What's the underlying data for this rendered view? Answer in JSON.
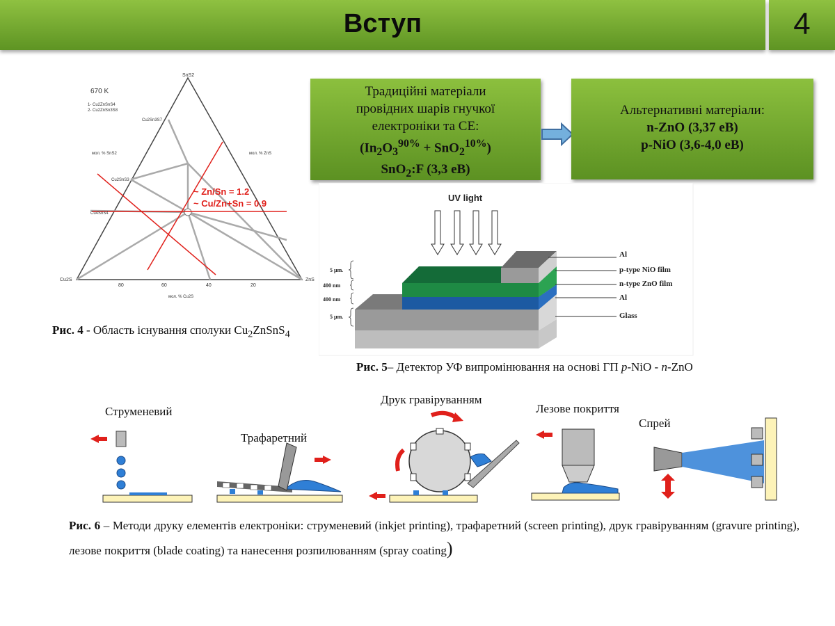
{
  "header": {
    "title": "Вступ",
    "page_number": "4"
  },
  "ternary": {
    "temperature": "670 K",
    "legend_1": "1- Cu2ZnSnS4",
    "legend_2": "2- Cu2ZnSn3S8",
    "vertex_top": "SnS2",
    "vertex_left": "Cu2S",
    "vertex_right": "ZnS",
    "axis_left": "мол. % SnS2",
    "axis_right": "мол. % ZnS",
    "axis_bottom": "мол. % Cu2S",
    "phase_1": "Cu2Sn3S7",
    "phase_2": "Cu2SnS3",
    "phase_3": "Cu4SnS4",
    "ratio_1": "~ Zn/Sn = 1.2",
    "ratio_2": "~ Cu/Zn+Sn = 0.9",
    "ticks": [
      "80",
      "60",
      "40",
      "20"
    ]
  },
  "fig4": {
    "label": "Рис. 4",
    "text": " - Область існування сполуки ",
    "compound": "Cu",
    "sub1": "2",
    "compound2": "ZnSnS",
    "sub2": "4"
  },
  "box_left": {
    "line1": "Традиційні матеріали",
    "line2": "провідних шарів гнучкої",
    "line3": "електроніки та СЕ:",
    "line4_a": "(In",
    "line4_b": "2",
    "line4_c": "O",
    "line4_d": "3",
    "line4_e": "90%",
    "line4_f": " + SnO",
    "line4_g": "2",
    "line4_h": "10%",
    "line4_i": ")",
    "line5_a": "SnO",
    "line5_b": "2",
    "line5_c": ":F (3,3 еВ)"
  },
  "box_right": {
    "line1": "Альтернативні матеріали:",
    "line2": "n-ZnO (3,37 еВ)",
    "line3": "p-NiO (3,6-4,0 еВ)"
  },
  "device": {
    "uv_label": "UV light",
    "layers": [
      "Al",
      "p-type NiO film",
      "n-type ZnO film",
      "Al",
      "Glass"
    ],
    "thickness": [
      "5 µm.",
      "400 nm",
      "400 nm",
      "5 µm."
    ]
  },
  "fig5": {
    "label": "Рис. 5",
    "text_a": "– Детектор УФ випромінювання на основі ГП ",
    "p": "p",
    "text_b": "-NiO - ",
    "n": "n",
    "text_c": "-ZnO"
  },
  "methods": {
    "inkjet": "Струменевий",
    "screen": "Трафаретний",
    "gravure": "Друк гравіруванням",
    "blade": "Лезове покриття",
    "spray": "Спрей"
  },
  "fig6": {
    "label": "Рис. 6",
    "text": " – Методи друку елементів електроніки: струменевий (inkjet printing), трафаретний (screen printing), друк гравіруванням (gravure printing), лезове покриття (blade coating) та нанесення розпилюванням (spray coating",
    "close": ")"
  },
  "colors": {
    "header_green": "#7ab432",
    "red_line": "#e0201b",
    "arrow_red": "#e0201b",
    "ink_blue": "#2f7fd6",
    "substrate": "#fdf3b8"
  }
}
